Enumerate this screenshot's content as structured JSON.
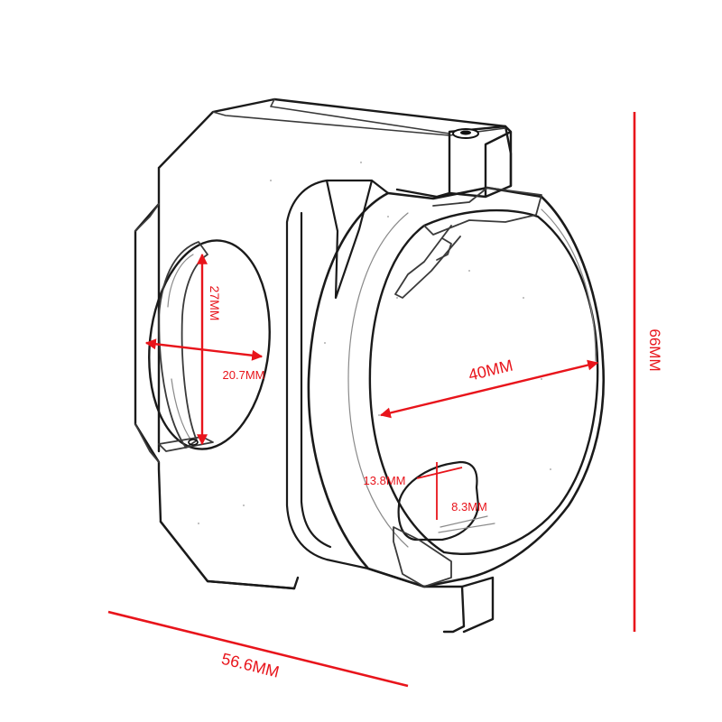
{
  "colors": {
    "dimension": "#e8141b",
    "outline": "#1a1a1a",
    "background": "#ffffff"
  },
  "dimensions": {
    "overall_height": "66MM",
    "overall_width": "56.6MM",
    "large_bore_diameter": "40MM",
    "side_hole_height": "27MM",
    "side_hole_width": "20.7MM",
    "slot_width": "13.8MM",
    "slot_height": "8.3MM"
  }
}
